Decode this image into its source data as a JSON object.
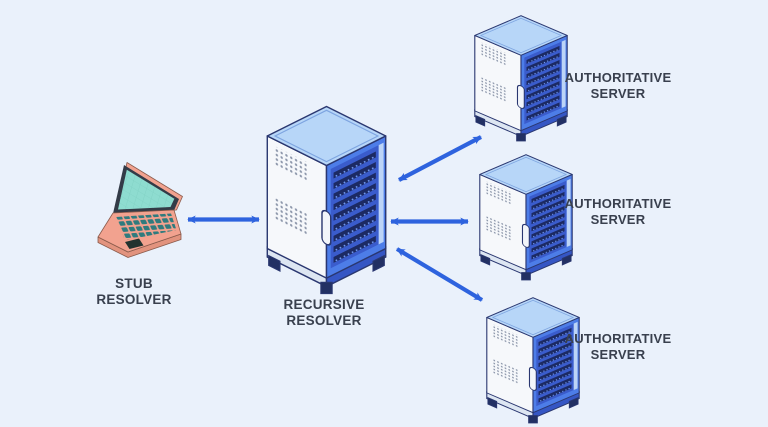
{
  "diagram": {
    "type": "network-architecture",
    "nodes": {
      "stub_resolver": {
        "icon": "laptop-icon",
        "label_lines": [
          "STUB",
          "RESOLVER"
        ]
      },
      "recursive_resolver": {
        "icon": "server-rack-icon",
        "label_lines": [
          "RECURSIVE",
          "RESOLVER"
        ]
      },
      "authoritative_servers": [
        {
          "icon": "server-rack-icon",
          "label_lines": [
            "AUTHORITATIVE",
            "SERVER"
          ]
        },
        {
          "icon": "server-rack-icon",
          "label_lines": [
            "AUTHORITATIVE",
            "SERVER"
          ]
        },
        {
          "icon": "server-rack-icon",
          "label_lines": [
            "AUTHORITATIVE",
            "SERVER"
          ]
        }
      ]
    },
    "connections": [
      {
        "from": "stub_resolver",
        "to": "recursive_resolver",
        "style": "double-headed-arrow"
      },
      {
        "from": "recursive_resolver",
        "to": "authoritative_server_1",
        "style": "double-headed-arrow"
      },
      {
        "from": "recursive_resolver",
        "to": "authoritative_server_2",
        "style": "double-headed-arrow"
      },
      {
        "from": "recursive_resolver",
        "to": "authoritative_server_3",
        "style": "double-headed-arrow"
      }
    ]
  },
  "colors": {
    "background": "#eaf1fb",
    "arrow": "#2e63de",
    "label_text": "#39404e",
    "server_top": "#b7d6f8",
    "server_side": "#f6f8fb",
    "server_front": "#4d7de8",
    "server_frame": "#3a5ccc",
    "server_strip": "#bcd4f7",
    "server_tray": "#1c2a63",
    "server_outline": "#2a3770",
    "server_skirt": "#dde6f2",
    "server_skirt_dark": "#3556c4",
    "server_foot": "#223063",
    "tray_dash": "#6f96ee",
    "vent_dot": "#8d97ab",
    "laptop_body": "#f2a28f",
    "laptop_body_dark": "#e2937e",
    "laptop_outline": "#8a5b4c",
    "laptop_bezel": "#333b47",
    "laptop_screen": "#8edcd0",
    "laptop_keys": "#2f7b7e",
    "laptop_touchpad": "#22332f",
    "screen_grid": "#7ccdc0"
  }
}
